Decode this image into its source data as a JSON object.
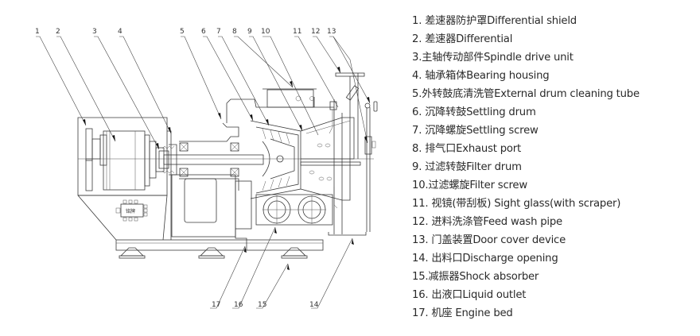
{
  "diagram": {
    "title": "Sedimentation filter centrifuge cross-section",
    "callouts": [
      "1",
      "2",
      "3",
      "4",
      "5",
      "6",
      "7",
      "8",
      "9",
      "10",
      "11",
      "12",
      "13",
      "14",
      "15",
      "16",
      "17"
    ],
    "nameplate_text": "铭牌"
  },
  "legend": {
    "items": [
      {
        "number": "1. ",
        "zh": "差速器防护罩",
        "en": "Differential shield"
      },
      {
        "number": "2. ",
        "zh": "差速器",
        "en": "Differential"
      },
      {
        "number": "3.",
        "zh": "主轴传动部件",
        "en": "Spindle drive unit"
      },
      {
        "number": "4. ",
        "zh": "轴承箱体",
        "en": "Bearing housing"
      },
      {
        "number": "5.",
        "zh": "外转鼓底清洗管",
        "en": "External drum cleaning tube"
      },
      {
        "number": "6. ",
        "zh": "沉降转鼓",
        "en": "Settling drum"
      },
      {
        "number": "7. ",
        "zh": "沉降螺旋",
        "en": "Settling screw"
      },
      {
        "number": "8. ",
        "zh": "排气口",
        "en": "Exhaust port"
      },
      {
        "number": "9. ",
        "zh": "过滤转鼓",
        "en": "Filter drum"
      },
      {
        "number": "10.",
        "zh": "过滤螺旋",
        "en": "Filter screw"
      },
      {
        "number": "11. ",
        "zh": "视镜(带刮板) ",
        "en": "Sight glass(with scraper)"
      },
      {
        "number": "12. ",
        "zh": "进料洗涤管",
        "en": "Feed wash pipe"
      },
      {
        "number": "13. ",
        "zh": "门盖装置",
        "en": "Door cover device"
      },
      {
        "number": "14. ",
        "zh": "出料口",
        "en": "Discharge opening"
      },
      {
        "number": "15.",
        "zh": "减振器",
        "en": "Shock absorber"
      },
      {
        "number": "16. ",
        "zh": "出液口",
        "en": "Liquid outlet"
      },
      {
        "number": "17. ",
        "zh": "机座 ",
        "en": "Engine bed"
      }
    ]
  }
}
